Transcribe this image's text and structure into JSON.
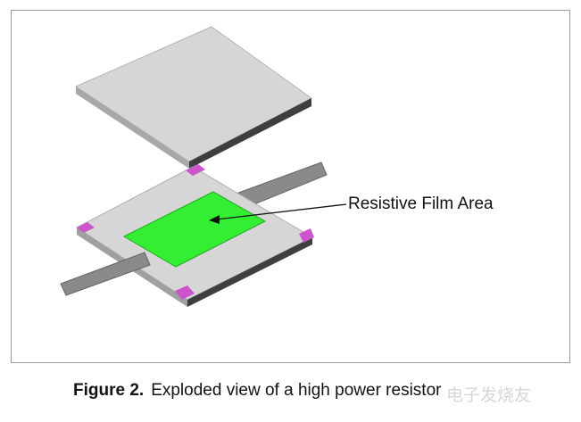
{
  "diagram": {
    "callout_label": "Resistive Film Area",
    "colors": {
      "substrate_top": "#d6d6d6",
      "substrate_side": "#3e3e3e",
      "lead": "#8a8a8a",
      "film": "#33ee33",
      "pad": "#cc55cc"
    }
  },
  "caption": {
    "figure_number": "Figure 2.",
    "text": "Exploded view of a high power resistor"
  },
  "watermark": {
    "text": "电子发烧友"
  }
}
